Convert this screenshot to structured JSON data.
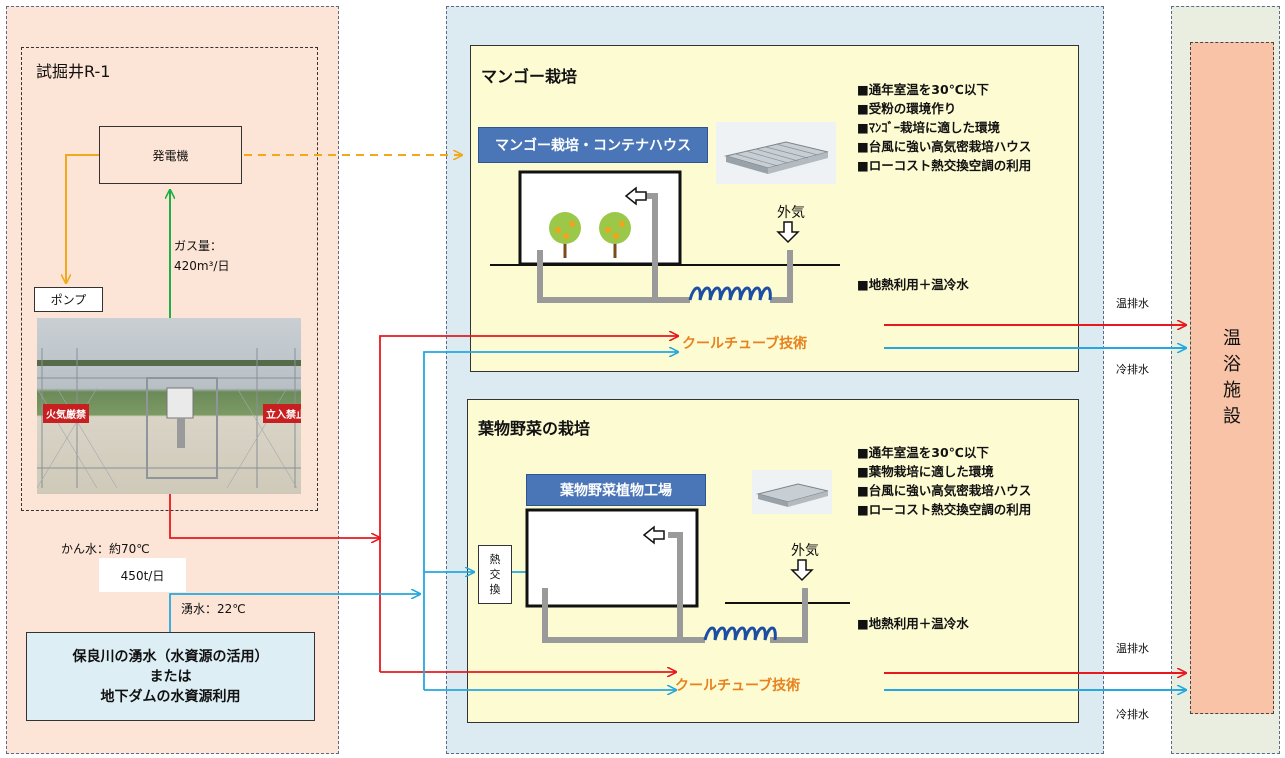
{
  "left": {
    "well_title": "試掘井R-1",
    "generator": "発電機",
    "pump": "ポンプ",
    "gas_label": "ガス量：",
    "gas_value": "420m³/日",
    "hot_water": "かん水：約70℃",
    "flow": "450t/日",
    "spring_water": "湧水：22℃",
    "photo_sign_left": "火気厳禁",
    "photo_sign_right": "立入禁止",
    "source_box": [
      "保良川の湧水（水資源の活用）",
      "または",
      "地下ダムの水資源利用"
    ]
  },
  "mango": {
    "title": "マンゴー栽培",
    "house_label": "マンゴー栽培・コンテナハウス",
    "bullets": [
      "■通年室温を30℃以下",
      "■受粉の環境作り",
      "■ﾏﾝｺﾞｰ栽培に適した環境",
      "■台風に強い高気密栽培ハウス",
      "■ローコスト熱交換空調の利用"
    ],
    "outside_air": "外気",
    "geo": "■地熱利用＋温冷水",
    "cool_tube": "クールチューブ技術"
  },
  "veg": {
    "title": "葉物野菜の栽培",
    "factory_label": "葉物野菜植物工場",
    "bullets": [
      "■通年室温を30℃以下",
      "■葉物栽培に適した環境",
      "■台風に強い高気密栽培ハウス",
      "■ローコスト熱交換空調の利用"
    ],
    "heat_exchanger": [
      "熱",
      "交",
      "換"
    ],
    "outside_air": "外気",
    "geo": "■地熱利用＋温冷水",
    "cool_tube": "クールチューブ技術"
  },
  "right": {
    "warm_drain_1": "温排水",
    "cool_drain_1": "冷排水",
    "warm_drain_2": "温排水",
    "cool_drain_2": "冷排水",
    "bath": [
      "温",
      "浴",
      "施",
      "設"
    ]
  },
  "colors": {
    "left_zone": "#fce4d6",
    "mid_zone": "#dceaf2",
    "right_zone": "#e9eee0",
    "panel": "#fdfbd2",
    "bath": "#f8c3a7",
    "red_line": "#e8191e",
    "blue_line": "#24a8e0",
    "green_line": "#1fad45",
    "orange_line": "#f1a91c"
  }
}
